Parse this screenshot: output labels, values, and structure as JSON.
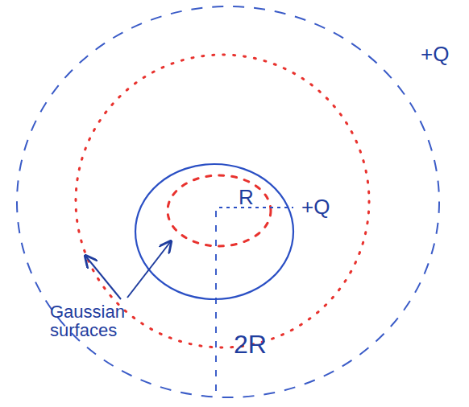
{
  "diagram": {
    "labels": [
      "R",
      "+Q",
      "+Q",
      "Gaussian surfaces",
      "2R"
    ]
  }
}
